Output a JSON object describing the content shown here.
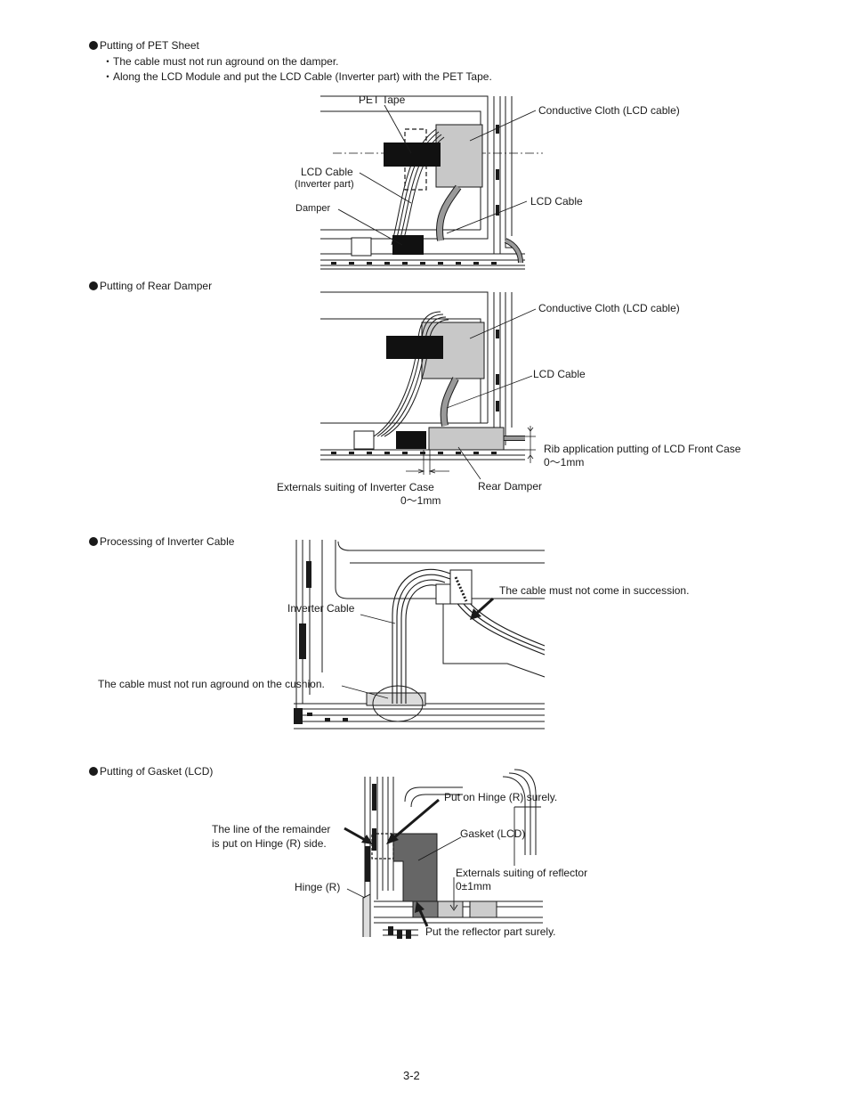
{
  "sections": {
    "pet": {
      "title": "Putting of PET Sheet",
      "note1": "・The cable must not run aground on the damper.",
      "note2": "・Along the LCD Module and put the LCD Cable (Inverter part) with the PET Tape.",
      "labels": {
        "pet_tape": "PET Tape",
        "cloth": "Conductive Cloth (LCD cable)",
        "lcd_cable_inv_1": "LCD Cable",
        "lcd_cable_inv_2": "(Inverter part)",
        "damper": "Damper",
        "lcd_cable": "LCD Cable"
      }
    },
    "rear": {
      "title": "Putting of Rear Damper",
      "labels": {
        "cloth": "Conductive Cloth (LCD cable)",
        "lcd_cable": "LCD Cable",
        "rib": "Rib application putting of LCD Front Case",
        "rib_tol": "0～1mm",
        "ext": "Externals suiting of Inverter Case",
        "ext_tol": "0～1mm",
        "rear_damper": "Rear Damper"
      }
    },
    "inverter": {
      "title": "Processing of Inverter Cable",
      "labels": {
        "succession": "The cable must not come in succession.",
        "inverter_cable": "Inverter Cable",
        "cushion": "The cable must not run aground on the cushion."
      }
    },
    "gasket": {
      "title": "Putting of Gasket (LCD)",
      "labels": {
        "hinge_surely": "Put on Hinge (R) surely.",
        "remainder_1": "The line of the remainder",
        "remainder_2": "is put on Hinge (R) side.",
        "gasket": "Gasket (LCD)",
        "ext_reflector": "Externals suiting of reflector",
        "ext_tol": "0±1mm",
        "hinge": "Hinge (R)",
        "reflector_surely": "Put the reflector part surely."
      }
    }
  },
  "page_number": "3-2"
}
